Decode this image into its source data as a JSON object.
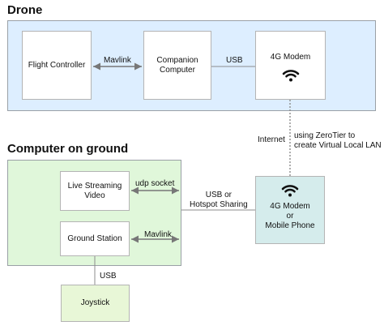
{
  "drone": {
    "title": "Drone",
    "flight_controller": "Flight Controller",
    "companion_computer": "Companion\nComputer",
    "modem": "4G Modem",
    "link_mavlink": "Mavlink",
    "link_usb": "USB"
  },
  "ground": {
    "title": "Computer on ground",
    "live_streaming": "Live Streaming\nVideo",
    "ground_station": "Ground Station",
    "joystick": "Joystick",
    "link_udp": "udp socket",
    "link_mavlink": "Mavlink",
    "link_usb_joystick": "USB",
    "link_usb_hotspot": "USB or\nHotspot Sharing",
    "modem_phone": "4G Modem\nor\nMobile Phone"
  },
  "network": {
    "internet": "Internet",
    "zerotier": "using ZeroTier to\ncreate Virtual Local LAN"
  },
  "colors": {
    "drone_group_bg": "#ddeeff",
    "ground_group_bg": "#e0f7da",
    "modem_phone_bg": "#d5ecec",
    "joystick_bg": "#e8f7d7",
    "connector": "#8c8c8c",
    "arrow": "#777777"
  },
  "icons": [
    "wifi-icon",
    "wifi-icon"
  ]
}
